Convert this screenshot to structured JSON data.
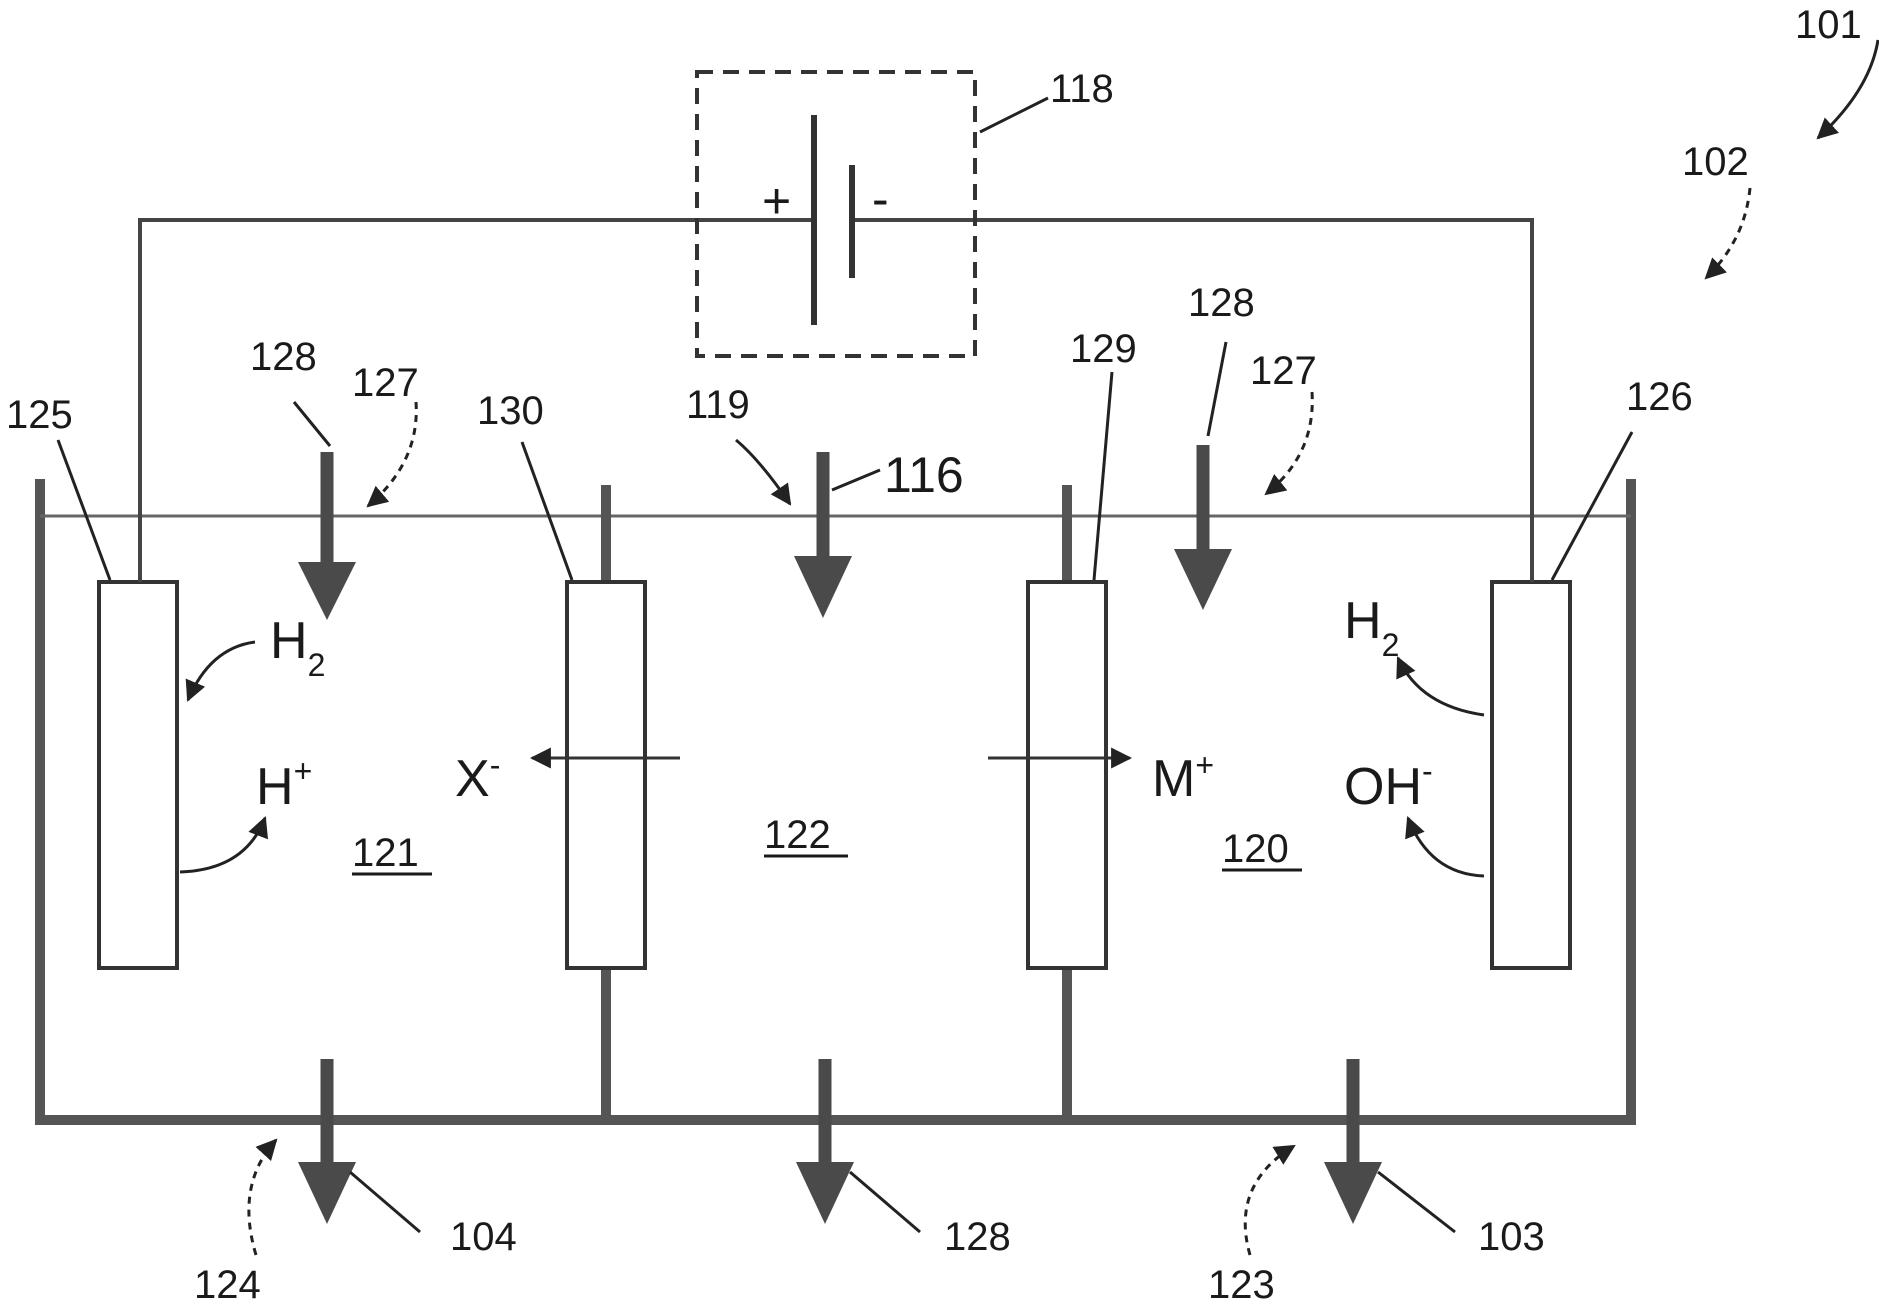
{
  "labels": {
    "system": "101",
    "apparatus": "102",
    "power_supply": "118",
    "cathode_outlet": "103",
    "anode_outlet": "104",
    "feed_inlet": "116",
    "center_inlet": "119",
    "cathode_compartment": "120",
    "anode_compartment": "121",
    "center_compartment": "122",
    "cathode_effluent": "123",
    "anode_effluent": "124",
    "anode": "125",
    "cathode": "126",
    "electrolyte_inlet_left": "127",
    "electrolyte_inlet_right": "127",
    "water_left": "128",
    "water_right": "128",
    "water_bottom": "128",
    "cation_membrane": "129",
    "anion_membrane": "130"
  },
  "battery": {
    "plus": "+",
    "minus": "-"
  },
  "species": {
    "left_h2": "H",
    "left_h2_sub": "2",
    "left_hplus": "H",
    "left_hplus_sup": "+",
    "anion": "X",
    "anion_sup": "-",
    "cation": "M",
    "cation_sup": "+",
    "right_h2": "H",
    "right_h2_sub": "2",
    "hydroxide": "OH",
    "hydroxide_sup": "-"
  }
}
